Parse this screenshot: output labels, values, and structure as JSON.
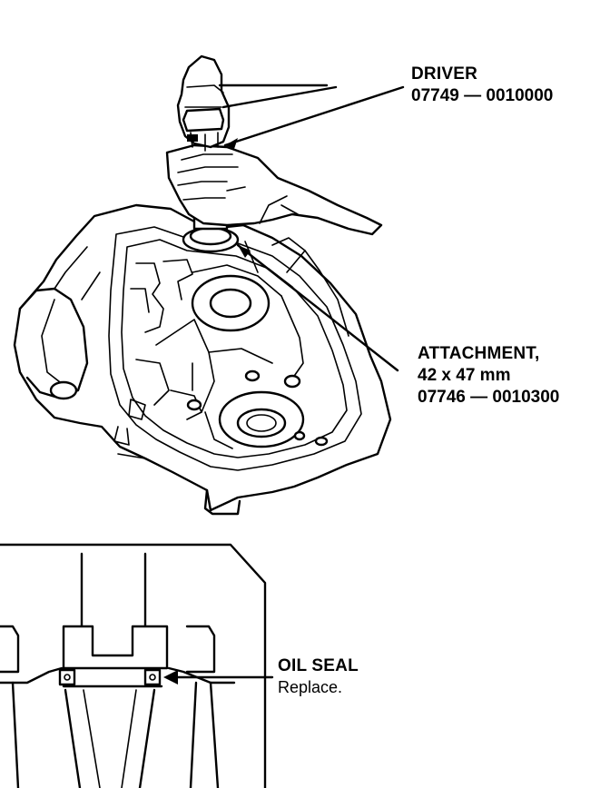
{
  "callouts": {
    "driver": {
      "name": "DRIVER",
      "part_number": "07749 — 0010000"
    },
    "attachment": {
      "name": "ATTACHMENT,",
      "size": "42 x 47 mm",
      "part_number": "07746 — 0010300"
    },
    "oil_seal": {
      "name": "OIL SEAL",
      "note": "Replace."
    }
  },
  "colors": {
    "ink": "#000000",
    "paper": "#ffffff"
  }
}
